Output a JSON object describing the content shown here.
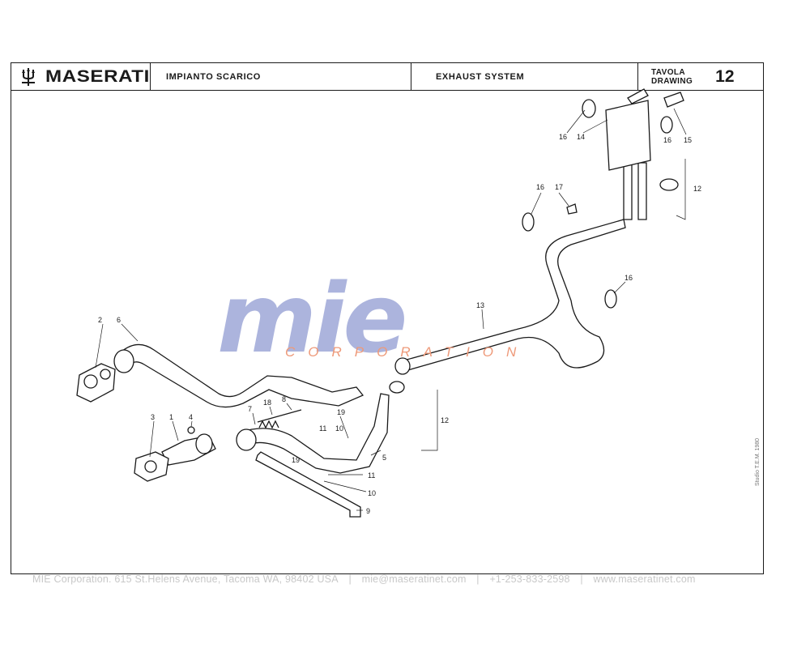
{
  "title_block": {
    "brand": "MASERATI",
    "title_it": "IMPIANTO SCARICO",
    "title_en": "EXHAUST SYSTEM",
    "tavola_label": "TAVOLA",
    "drawing_label": "DRAWING",
    "drawing_number": "12"
  },
  "watermark": {
    "word": "mie",
    "subtitle": "CORPORATION"
  },
  "callouts": {
    "c2": "2",
    "c6": "6",
    "c3": "3",
    "c1": "1",
    "c4": "4",
    "c7": "7",
    "c18": "18",
    "c8": "8",
    "c19a": "19",
    "c10a": "10",
    "c11a": "11",
    "c5": "5",
    "c19b": "19",
    "c11b": "11",
    "c10b": "10",
    "c9": "9",
    "c12a": "12",
    "c13": "13",
    "c16a": "16",
    "c16b": "16",
    "c16c": "16",
    "c16d": "16",
    "c17": "17",
    "c14": "14",
    "c15": "15",
    "c12b": "12"
  },
  "footer": {
    "company": "MIE Corporation. 615 St.Helens Avenue, Tacoma WA, 98402 USA",
    "email": "mie@maseratinet.com",
    "phone": "+1-253-833-2598",
    "website": "www.maseratinet.com",
    "separator": "|"
  },
  "margin_note": "Studio T.E.M. 1980",
  "colors": {
    "ink": "#1a1a1a",
    "watermark_blue": "#9ea8d8",
    "watermark_orange": "#ee9a7a",
    "footer_gray": "#c8c8c8"
  }
}
